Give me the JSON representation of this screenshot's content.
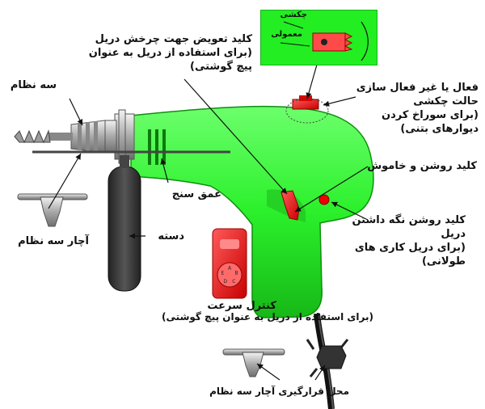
{
  "labels": {
    "chuck": "سه نظام",
    "chuck_key": "آچار سه نظام",
    "depth_gauge": "عمق سنج",
    "handle": "دسته",
    "speed_control": "کنترل سرعت",
    "speed_control_note": "(برای استفاده از دریل به عنوان پیچ گوشتی)",
    "reverse_switch": {
      "line1": "کلید تعویض جهت چرخش دریل",
      "line2": "(برای استفاده از دریل به عنوان",
      "line3": "پیچ گوشتی)"
    },
    "hammer_mode": {
      "line1": "فعال یا غیر فعال سازی",
      "line2": "حالت چکشی",
      "line3": "(برای سوراخ کردن",
      "line4": "دیوارهای بتنی)"
    },
    "trigger": "کلید روشن و خاموش",
    "lock_button": {
      "line1": "کلید روشن نگه داشتن",
      "line2": "دریل",
      "line3": "(برای دریل کاری های",
      "line4": "طولانی)"
    },
    "key_holder": "محل قرارگیری آچار سه نظام"
  },
  "inset": {
    "hammer": "چکشی",
    "normal": "معمولی"
  },
  "speed_dial": [
    "A",
    "B",
    "C",
    "D",
    "E"
  ],
  "colors": {
    "body": "#2bf02b",
    "body_dark": "#16b016",
    "red": "#ee1c1c",
    "handle": "#333333"
  }
}
